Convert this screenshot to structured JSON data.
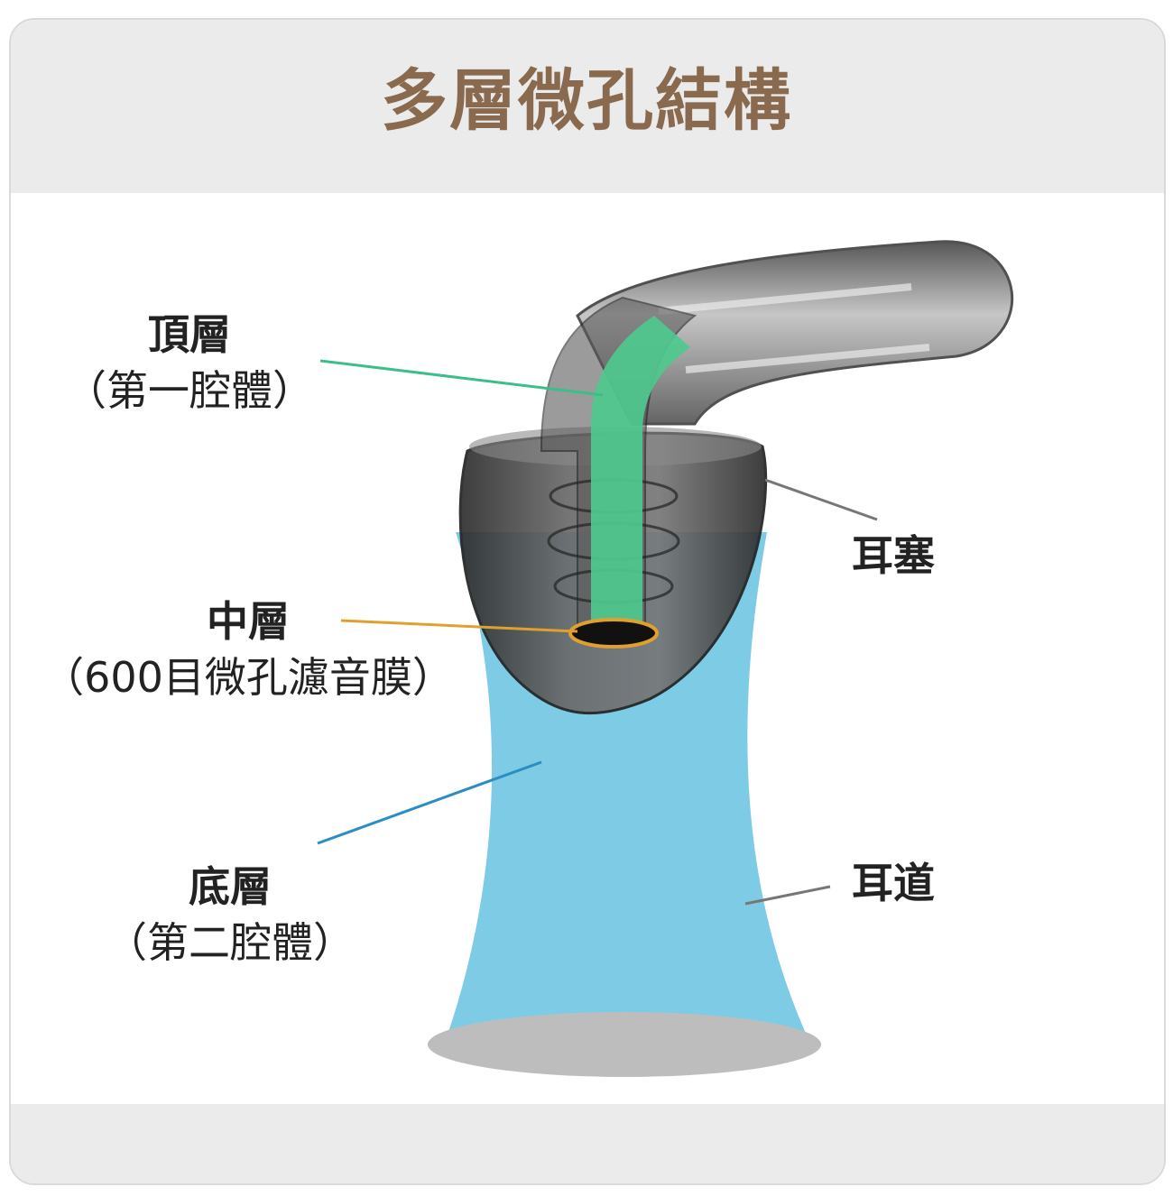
{
  "title": "多層微孔結構",
  "labels": {
    "top_layer": {
      "name": "頂層",
      "detail": "（第一腔體）"
    },
    "middle_layer": {
      "name": "中層",
      "detail": "（600目微孔濾音膜）"
    },
    "bottom_layer": {
      "name": "底層",
      "detail": "（第二腔體）"
    },
    "ear_tip": "耳塞",
    "ear_canal": "耳道"
  },
  "colors": {
    "title": "#8a6a4f",
    "top_layer_line": "#3bbf8a",
    "middle_layer_line": "#e0a030",
    "bottom_layer_line": "#2a8ec2",
    "ear_canal_fill": "#7ecbe6",
    "green_tube": "#4fc98e"
  }
}
